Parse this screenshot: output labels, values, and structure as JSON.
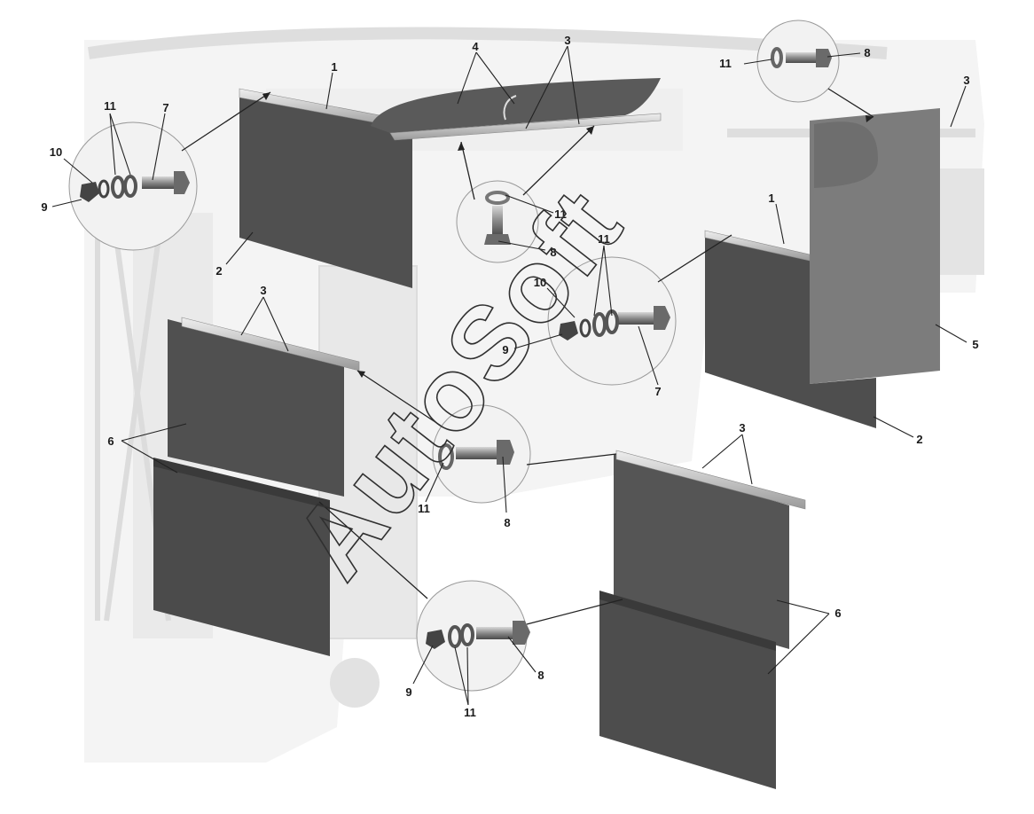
{
  "figure": {
    "callouts": {
      "c1a": "1",
      "c1b": "1",
      "c2a": "2",
      "c2b": "2",
      "c3a": "3",
      "c3b": "3",
      "c3c": "3",
      "c3d": "3",
      "c4": "4",
      "c5": "5",
      "c6a": "6",
      "c6b": "6",
      "c7a": "7",
      "c7b": "7",
      "c8a": "8",
      "c8b": "8",
      "c8c": "8",
      "c8d": "8",
      "c9a": "9",
      "c9b": "9",
      "c9c": "9",
      "c10a": "10",
      "c10b": "10",
      "c11a": "11",
      "c11b": "11",
      "c11c": "11",
      "c11d": "11",
      "c11e": "11"
    },
    "watermark": "AutoSoft",
    "colors": {
      "panel": "#505050",
      "panel_light": "#7c7c7c",
      "ghost": "#e7e7e7",
      "line": "#222222"
    }
  }
}
